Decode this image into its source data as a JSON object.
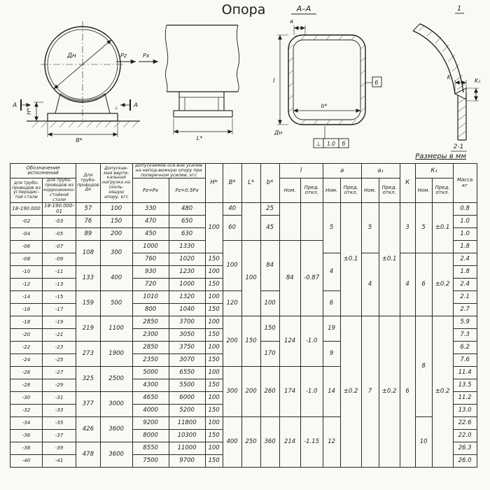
{
  "title": "Опора",
  "sizes_note": "Размеры в мм",
  "front_view": {
    "dn_label": "Дн",
    "pz_label": "Pz",
    "px_label": "Px",
    "h_label": "H*",
    "b_label": "B*",
    "section_mark_left": "А",
    "section_mark_right": "А",
    "perp_mark": "⊥"
  },
  "side_view": {
    "l_label": "L*"
  },
  "section_view": {
    "title": "А–А",
    "a_label": "a",
    "l_label": "l",
    "b_label": "b*",
    "dn_label": "Дн",
    "flag_label": "б",
    "weld_perp": "⊥",
    "weld_size": "1.0",
    "weld_flag": "б"
  },
  "detail_view": {
    "title": "1",
    "k1_label": "K₁",
    "k_label": "K",
    "scale_label": "2-1"
  },
  "table": {
    "headers": {
      "designation_group": "Обозначение исполнений",
      "designation_carbon": "для трубо-проводов из углеродис-той стали",
      "designation_corrosion": "для трубо-проводов из коррозионно-стойкой стали",
      "dn": "Для трубо-проводов Дн",
      "load": "Допускае-мая верти-кальная нагрузка на сколь-зящую опору, кгс",
      "axial_group": "Допускаемое осе-вое усилие на непод-вижную опору при поперечном усилии, кгс",
      "pz_eq": "Pz=Px",
      "pz_half": "Pz=0.5Px",
      "h": "H*",
      "b_cap": "B*",
      "l_cap": "L*",
      "b_low": "b*",
      "l_group": "l",
      "a_group": "a",
      "a1_group": "a₁",
      "k": "К",
      "k1_group": "К₁",
      "nom": "Ном.",
      "dev": "Пред. откл.",
      "mass": "Масса кг"
    },
    "rows": [
      [
        "18-190.000",
        "18-190.000-01",
        "57",
        "100",
        "330",
        "480",
        [
          "100",
          4
        ],
        "40",
        [
          "",
          3
        ],
        "25",
        [
          "",
          3
        ],
        [
          "",
          3
        ],
        [
          "5",
          4
        ],
        [
          "±0.1",
          9
        ],
        [
          "5",
          4
        ],
        [
          "±0.1",
          9
        ],
        [
          "3",
          4
        ],
        [
          "5",
          4
        ],
        [
          "±0.1",
          4
        ],
        "0.8"
      ],
      [
        "-02",
        "-03",
        "76",
        "150",
        "470",
        "650",
        [
          "60",
          2
        ],
        [
          "45",
          2
        ],
        "1.0"
      ],
      [
        "-04",
        "-05",
        "89",
        "200",
        "450",
        "630",
        "1.0"
      ],
      [
        "-06",
        "-07",
        [
          "108",
          2
        ],
        [
          "300",
          2
        ],
        "1000",
        "1330",
        [
          "100",
          4
        ],
        [
          "100",
          6
        ],
        [
          "84",
          4
        ],
        [
          "84",
          6
        ],
        [
          "-0.87",
          6
        ],
        "1.8"
      ],
      [
        "-08",
        "-09",
        "760",
        "1020",
        "150",
        [
          "4",
          3
        ],
        [
          "4",
          5
        ],
        [
          "4",
          5
        ],
        [
          "6",
          5
        ],
        [
          "±0.2",
          5
        ],
        "2.4"
      ],
      [
        "-10",
        "-11",
        [
          "133",
          2
        ],
        [
          "400",
          2
        ],
        "930",
        "1230",
        "100",
        "1.8"
      ],
      [
        "-12",
        "-13",
        "720",
        "1000",
        "150",
        "2.4"
      ],
      [
        "-14",
        "-15",
        [
          "159",
          2
        ],
        [
          "500",
          2
        ],
        "1010",
        "1320",
        "100",
        [
          "120",
          2
        ],
        [
          "100",
          2
        ],
        [
          "6",
          2
        ],
        "2.1"
      ],
      [
        "-16",
        "-17",
        "800",
        "1040",
        "150",
        "2.7"
      ],
      [
        "-18",
        "-19",
        [
          "219",
          2
        ],
        [
          "1100",
          2
        ],
        "2850",
        "3700",
        "100",
        [
          "200",
          4
        ],
        [
          "150",
          4
        ],
        [
          "150",
          2
        ],
        [
          "124",
          4
        ],
        [
          "-1.0",
          4
        ],
        [
          "19",
          2
        ],
        [
          "±0.2",
          12
        ],
        [
          "7",
          12
        ],
        [
          "±0.2",
          12
        ],
        [
          "6",
          12
        ],
        [
          "8",
          8
        ],
        [
          "±0.2",
          12
        ],
        "5.9"
      ],
      [
        "-20",
        "-21",
        "2300",
        "3050",
        "150",
        "7.3"
      ],
      [
        "-22",
        "-23",
        [
          "273",
          2
        ],
        [
          "1900",
          2
        ],
        "2850",
        "3750",
        "100",
        [
          "170",
          2
        ],
        [
          "9",
          2
        ],
        "6.2"
      ],
      [
        "-24",
        "-25",
        "2350",
        "3070",
        "150",
        "7.6"
      ],
      [
        "-26",
        "-27",
        [
          "325",
          2
        ],
        [
          "2500",
          2
        ],
        "5000",
        "6550",
        "100",
        [
          "300",
          4
        ],
        [
          "200",
          4
        ],
        [
          "260",
          4
        ],
        [
          "174",
          4
        ],
        [
          "-1.0",
          4
        ],
        [
          "14",
          4
        ],
        "11.4"
      ],
      [
        "-28",
        "-29",
        "4300",
        "5500",
        "150",
        "13.5"
      ],
      [
        "-30",
        "-31",
        [
          "377",
          2
        ],
        [
          "3000",
          2
        ],
        "4650",
        "6000",
        "100",
        "11.2"
      ],
      [
        "-32",
        "-33",
        "4000",
        "5200",
        "150",
        "13.0"
      ],
      [
        "-34",
        "-35",
        [
          "426",
          2
        ],
        [
          "3600",
          2
        ],
        "9200",
        "11800",
        "100",
        [
          "400",
          4
        ],
        [
          "250",
          4
        ],
        [
          "360",
          4
        ],
        [
          "214",
          4
        ],
        [
          "-1.15",
          4
        ],
        [
          "12",
          4
        ],
        [
          "10",
          4
        ],
        "22.6"
      ],
      [
        "-36",
        "-37",
        "8000",
        "10300",
        "150",
        "22.0"
      ],
      [
        "-38",
        "-39",
        [
          "478",
          2
        ],
        [
          "3600",
          2
        ],
        "8550",
        "11000",
        "100",
        "26.3"
      ],
      [
        "-40",
        "-41",
        "7500",
        "9700",
        "150",
        "26.0"
      ]
    ]
  }
}
